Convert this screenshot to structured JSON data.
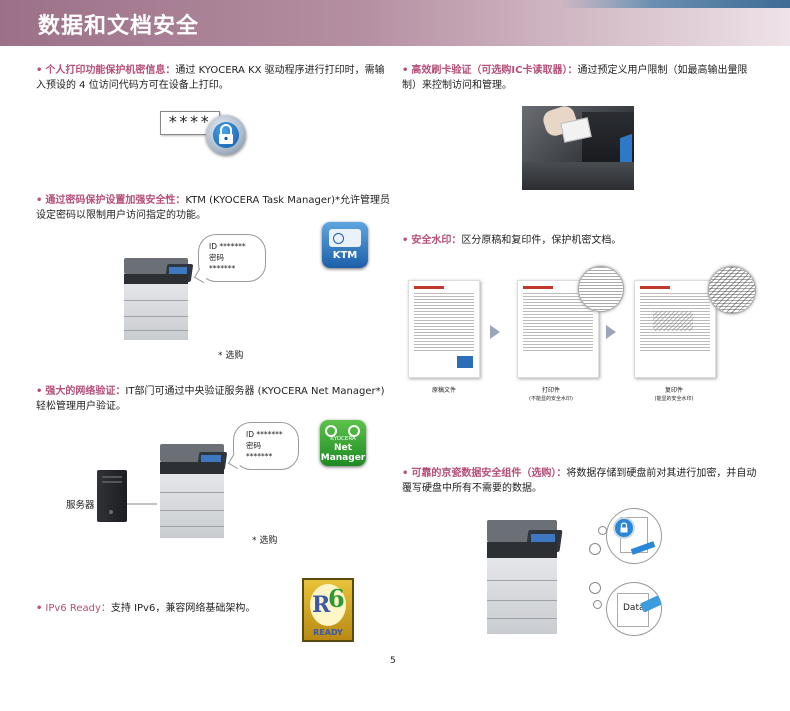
{
  "header": {
    "title": "数据和文档安全"
  },
  "left": {
    "item1": {
      "lead": "个人打印功能保护机密信息：",
      "text": "通过 KYOCERA KX 驱动程序进行打印时，需输入预设的 4 位访问代码方可在设备上打印。",
      "pin": "****"
    },
    "item2": {
      "lead": "通过密码保护设置加强安全性：",
      "text": "KTM (KYOCERA Task Manager)*允许管理员设定密码以限制用户访问指定的功能。",
      "bubble_id": "ID *******",
      "bubble_pw_label": "密码",
      "bubble_pw": "*******",
      "badge": "KTM",
      "note": "* 选购"
    },
    "item3": {
      "lead": "强大的网络验证：",
      "text": "IT部门可通过中央验证服务器 (KYOCERA Net Manager*) 轻松管理用户验证。",
      "bubble_id": "ID *******",
      "bubble_pw_label": "密码",
      "bubble_pw": "*******",
      "logo_line1": "KYOCERA",
      "logo_line2": "Net",
      "logo_line3": "Manager",
      "server_label": "服务器",
      "note": "* 选购"
    },
    "item4": {
      "lead": "IPv6 Ready：",
      "text": "支持 IPv6，兼容网络基础架构。",
      "logo_text": "READY",
      "logo_num": "6",
      "logo_letter": "R"
    }
  },
  "right": {
    "item1": {
      "lead": "高效刷卡验证（可选购IC卡读取器）：",
      "text": "通过预定义用户限制（如最高输出量限制）来控制访问和管理。"
    },
    "item2": {
      "lead": "安全水印：",
      "text": "区分原稿和复印件，保护机密文档。",
      "captions": [
        {
          "title": "原稿文件",
          "sub": ""
        },
        {
          "title": "打印件",
          "sub": "(不能显的安全水印)"
        },
        {
          "title": "复印件",
          "sub": "(能显的安全水印)"
        }
      ]
    },
    "item3": {
      "lead": "可靠的京瓷数据安全组件（选购）：",
      "text": "将数据存储到硬盘前对其进行加密，并自动覆写硬盘中所有不需要的数据。",
      "doc_label": "Data"
    }
  },
  "page_number": "5",
  "colors": {
    "accent": "#b5507a",
    "header": "#9c7188",
    "blue": "#2d6db5",
    "green": "#33a02c"
  }
}
